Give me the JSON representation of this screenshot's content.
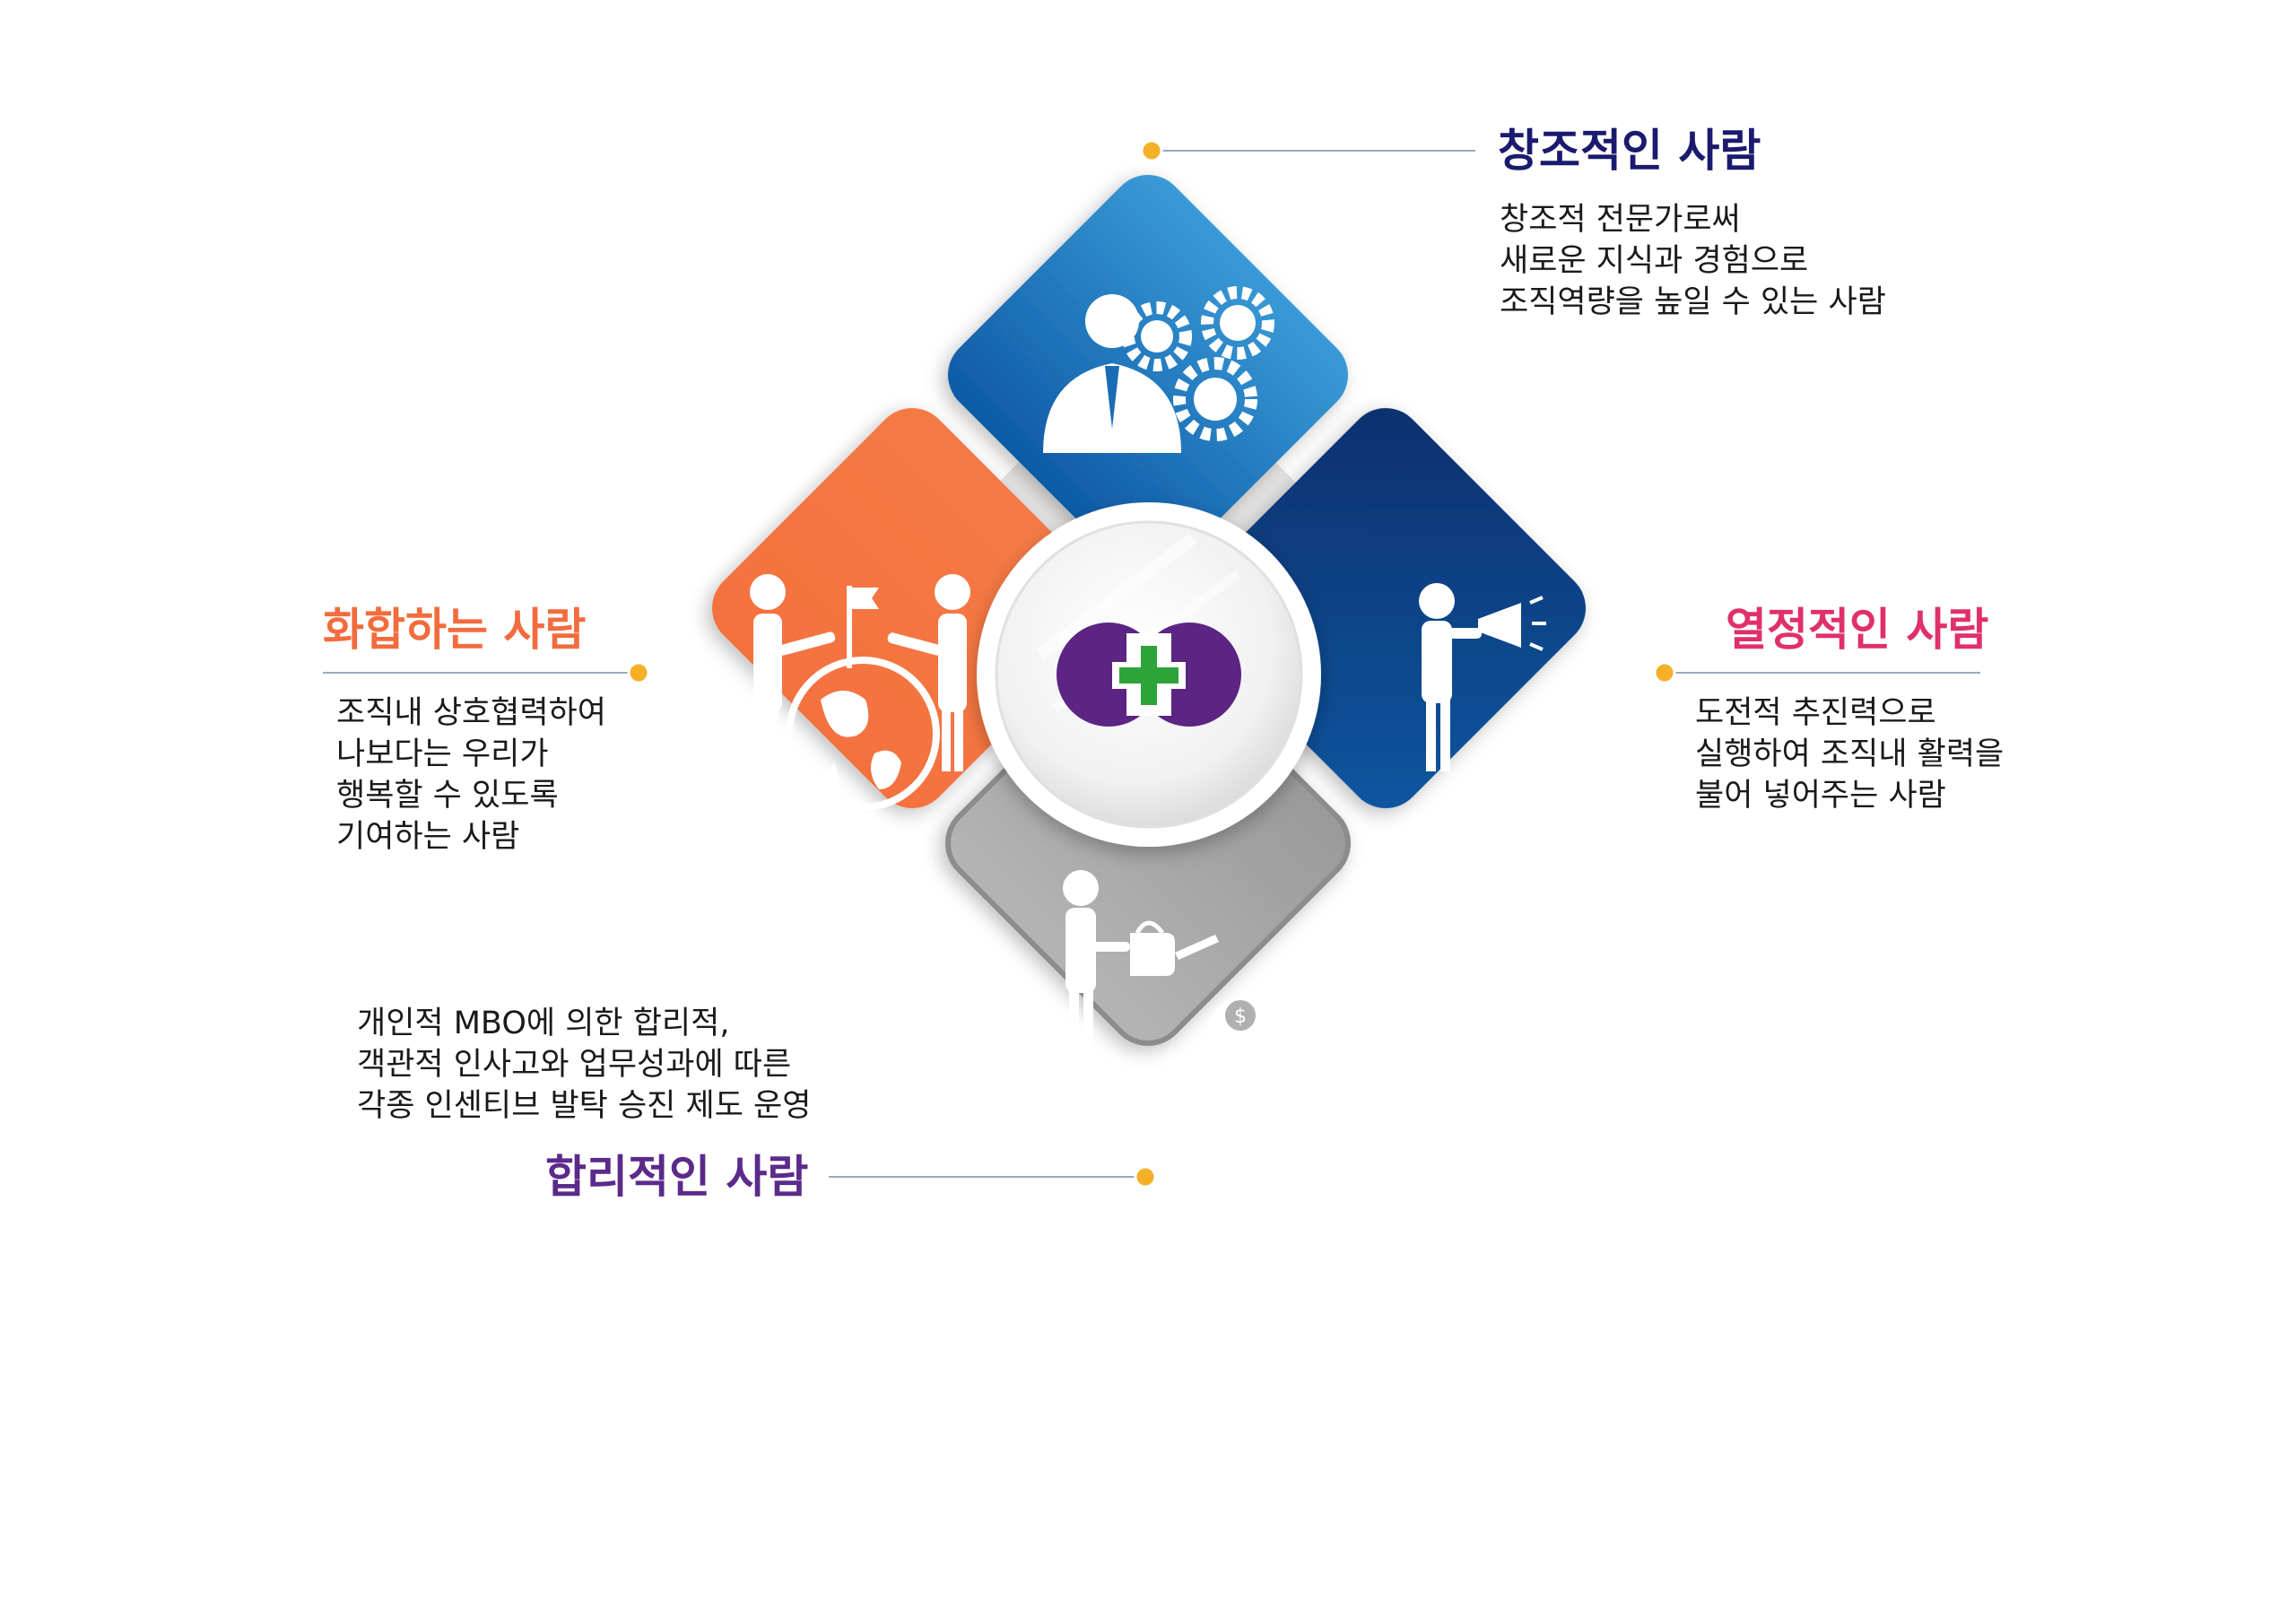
{
  "colors": {
    "creative": "#1a1a6e",
    "harmonious": "#f26c3d",
    "passionate": "#e0306c",
    "rational": "#5b2a8a",
    "connector_line": "#9aa8c2",
    "connector_dot": "#f5b027",
    "logo_purple": "#5c2483",
    "logo_green": "#2ea33a"
  },
  "quadrants": {
    "creative": {
      "title": "창조적인 사람",
      "icon": "businessman-gears-icon",
      "lines": [
        "창조적 전문가로써",
        "새로운 지식과 경험으로",
        "조직역량을 높일 수 있는 사람"
      ]
    },
    "harmonious": {
      "title": "화합하는 사람",
      "icon": "people-globe-flag-icon",
      "lines": [
        "조직내 상호협력하여",
        "나보다는 우리가",
        "행복할 수 있도록",
        "기여하는 사람"
      ]
    },
    "passionate": {
      "title": "열정적인 사람",
      "icon": "megaphone-person-icon",
      "lines": [
        "도전적 추진력으로",
        "실행하여 조직내 활력을",
        "불어 넣어주는 사람"
      ]
    },
    "rational": {
      "title": "합리적인 사람",
      "icon": "watering-money-plant-icon",
      "lines": [
        "개인적 MBO에 의한 합리적,",
        "객관적 인사고와 업무성과에 따른",
        "각종 인센티브 발탁 승진 제도 운영"
      ]
    }
  },
  "center": {
    "icon": "company-logo-icon"
  }
}
